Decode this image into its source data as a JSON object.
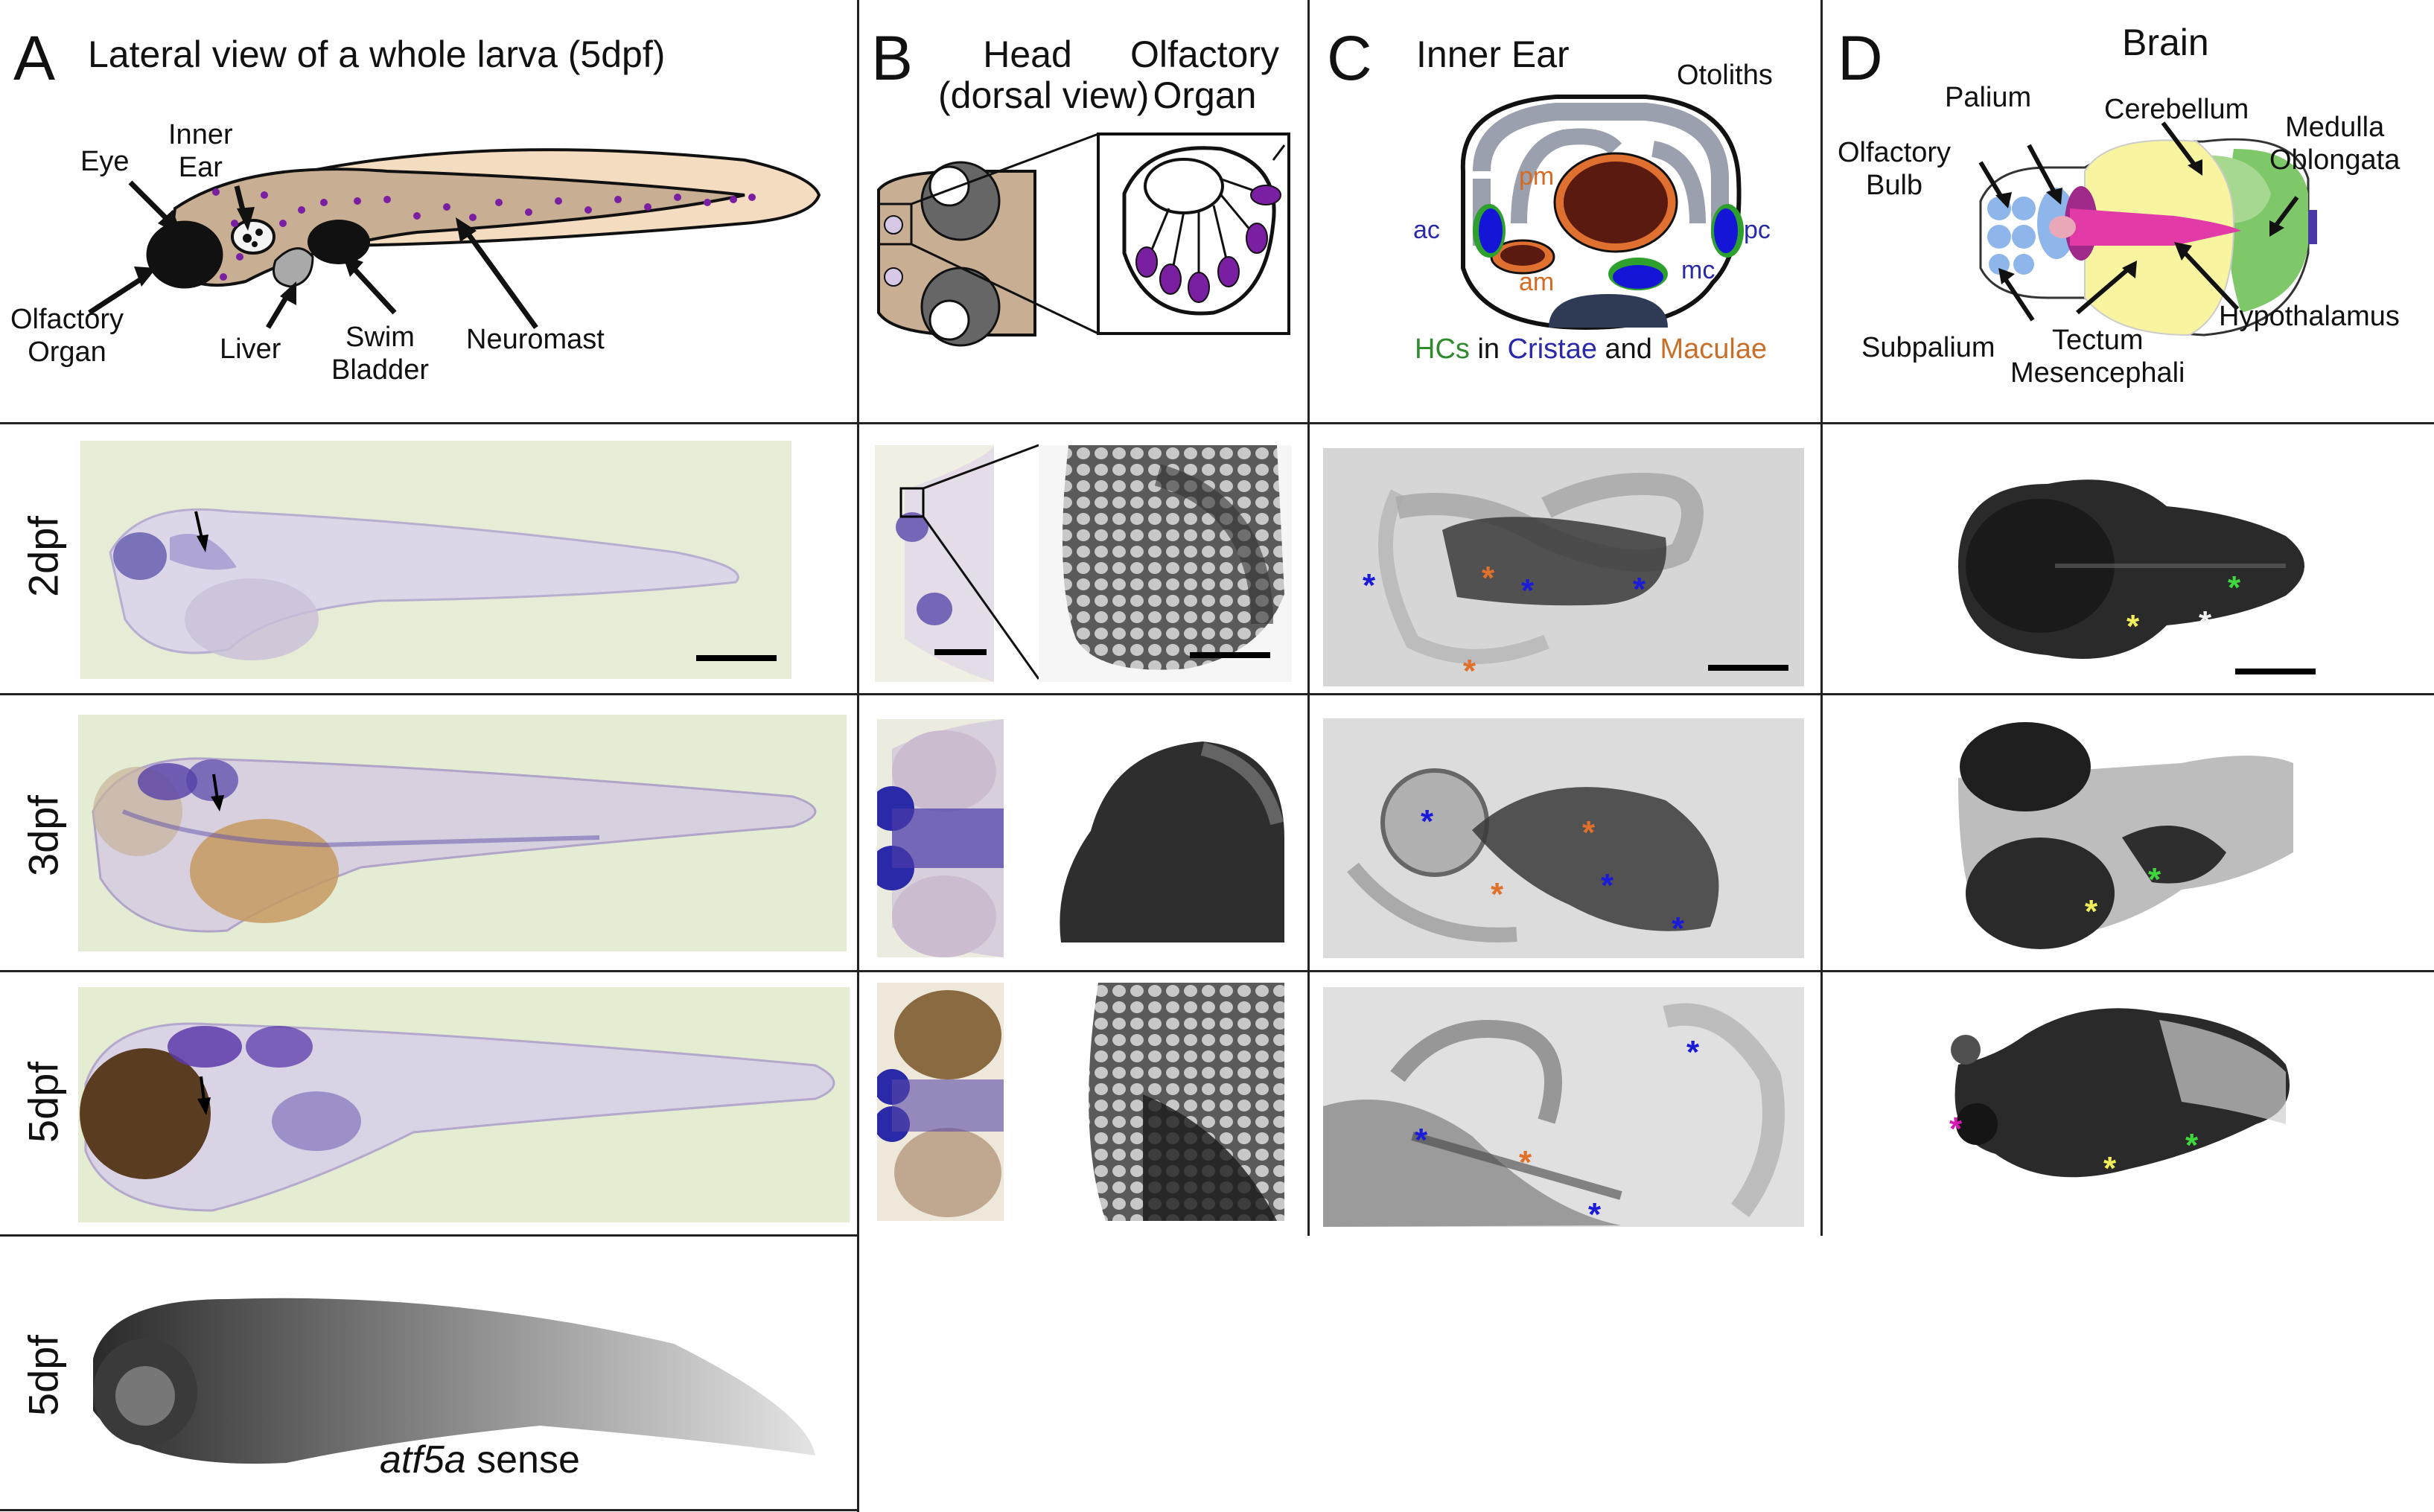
{
  "panels": {
    "A": {
      "letter": "A",
      "title": "Lateral view of a whole larva (5dpf)",
      "labels": {
        "eye": "Eye",
        "inner_ear": "Inner\nEar",
        "olfactory_organ": "Olfactory\nOrgan",
        "liver": "Liver",
        "swim_bladder": "Swim\nBladder",
        "neuromast": "Neuromast"
      }
    },
    "B": {
      "letter": "B",
      "title_head": "Head\n(dorsal view)",
      "title_olf": "Olfactory\nOrgan"
    },
    "C": {
      "letter": "C",
      "title": "Inner Ear",
      "labels": {
        "otoliths": "Otoliths",
        "pm": "pm",
        "am": "am",
        "ac": "ac",
        "pc": "pc",
        "mc": "mc"
      },
      "legend": {
        "hcs": "HCs",
        "in": " in ",
        "cristae": "Cristae",
        "and": " and ",
        "maculae": "Maculae"
      }
    },
    "D": {
      "letter": "D",
      "title": "Brain",
      "labels": {
        "palium": "Palium",
        "cerebellum": "Cerebellum",
        "medulla": "Medulla\nOblongata",
        "olfactory_bulb": "Olfactory\nBulb",
        "hypothalamus": "Hypothalamus",
        "subpalium": "Subpalium",
        "tectum": "Tectum\nMesencephali"
      }
    }
  },
  "rows": {
    "r1": "2dpf",
    "r2": "3dpf",
    "r3": "5dpf",
    "r4": "5dpf"
  },
  "sense_label": {
    "gene": "atf5a",
    "suffix": " sense"
  },
  "asterisk": "*",
  "colors": {
    "blue_marker": "#1a1adb",
    "orange_marker": "#e0702a",
    "yellow_marker": "#f2ee5a",
    "green_marker": "#3ed83e",
    "white_marker": "#f2f2f2",
    "magenta_marker": "#d81ab4",
    "hcs_green": "#2e8b2e",
    "cristae_blue": "#2a2aa8",
    "maculae_orange": "#c8702a",
    "stain_purple": "#5a3aa8",
    "photo_bg_green": "#e7eed8"
  }
}
